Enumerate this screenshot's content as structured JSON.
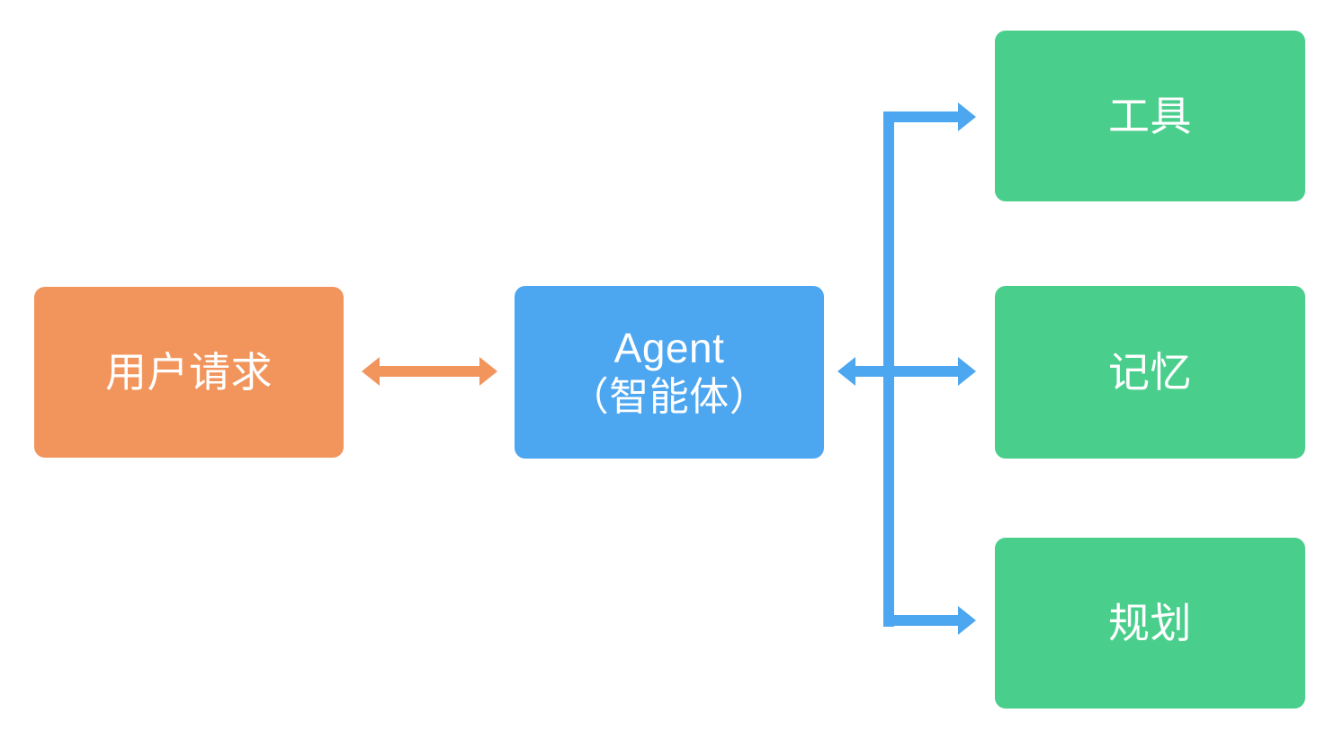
{
  "diagram": {
    "title_text": "",
    "background_color": "#ffffff",
    "nodes": [
      {
        "id": "user-request",
        "lines": [
          "用户请求"
        ],
        "fill_color": "#F2955C",
        "text_color": "#ffffff",
        "shape": "rounded-rectangle"
      },
      {
        "id": "agent",
        "lines": [
          "Agent",
          "（智能体）"
        ],
        "fill_color": "#4DA6F0",
        "text_color": "#ffffff",
        "shape": "rounded-rectangle"
      },
      {
        "id": "tools",
        "lines": [
          "工具"
        ],
        "fill_color": "#4ACE8C",
        "text_color": "#ffffff",
        "shape": "rounded-rectangle"
      },
      {
        "id": "memory",
        "lines": [
          "记忆"
        ],
        "fill_color": "#4ACE8C",
        "text_color": "#ffffff",
        "shape": "rounded-rectangle"
      },
      {
        "id": "planning",
        "lines": [
          "规划"
        ],
        "fill_color": "#4ACE8C",
        "text_color": "#ffffff",
        "shape": "rounded-rectangle"
      }
    ],
    "connectors": [
      {
        "id": "user-agent",
        "from": "user-request",
        "to": "agent",
        "style": "double-headed-arrow",
        "color": "#F2955C",
        "label": ""
      },
      {
        "id": "agent-capabilities",
        "from": "agent",
        "to": [
          "tools",
          "memory",
          "planning"
        ],
        "style": "bus-with-arrows",
        "color": "#4DA6F0",
        "label": ""
      }
    ]
  }
}
